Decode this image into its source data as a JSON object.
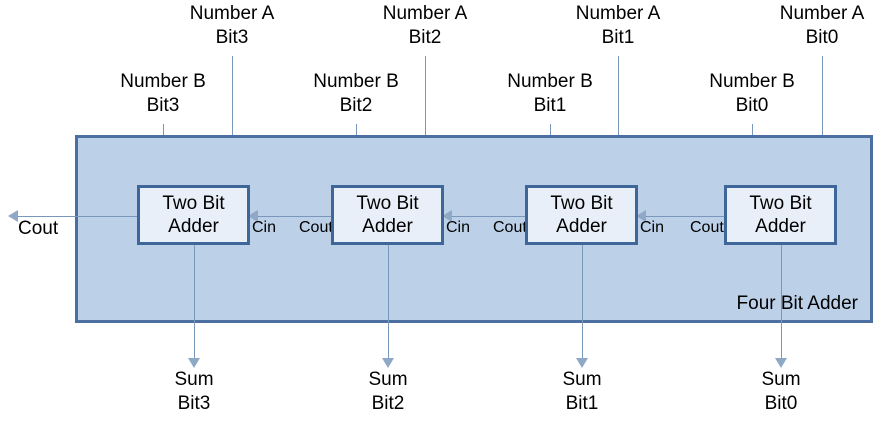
{
  "diagram": {
    "title": "Four Bit Adder",
    "container_label_line1": "Four Bit",
    "container_label_line2": "Adder",
    "colors": {
      "container_fill": "#bcd0e7",
      "container_border": "#4a6fa0",
      "block_fill": "#e9eff8",
      "block_border": "#3f6699",
      "wire": "#7996bb",
      "arrow": "#8fa8c6",
      "text": "#000000",
      "background": "#ffffff"
    },
    "output_cout_label": "Cout",
    "blocks": [
      {
        "line1": "Two Bit",
        "line2": "Adder"
      },
      {
        "line1": "Two Bit",
        "line2": "Adder"
      },
      {
        "line1": "Two Bit",
        "line2": "Adder"
      },
      {
        "line1": "Two Bit",
        "line2": "Adder"
      }
    ],
    "inputs_a": [
      {
        "line1": "Number A",
        "line2": "Bit3"
      },
      {
        "line1": "Number A",
        "line2": "Bit2"
      },
      {
        "line1": "Number A",
        "line2": "Bit1"
      },
      {
        "line1": "Number A",
        "line2": "Bit0"
      }
    ],
    "inputs_b": [
      {
        "line1": "Number B",
        "line2": "Bit3"
      },
      {
        "line1": "Number B",
        "line2": "Bit2"
      },
      {
        "line1": "Number B",
        "line2": "Bit1"
      },
      {
        "line1": "Number B",
        "line2": "Bit0"
      }
    ],
    "outputs_sum": [
      {
        "line1": "Sum",
        "line2": "Bit3"
      },
      {
        "line1": "Sum",
        "line2": "Bit2"
      },
      {
        "line1": "Sum",
        "line2": "Bit1"
      },
      {
        "line1": "Sum",
        "line2": "Bit0"
      }
    ],
    "carry_labels": [
      {
        "cin": "Cin",
        "cout": "Cout"
      },
      {
        "cin": "Cin",
        "cout": "Cout"
      },
      {
        "cin": "Cin",
        "cout": "Cout"
      }
    ],
    "rightmost_cout_label": "Cout"
  }
}
